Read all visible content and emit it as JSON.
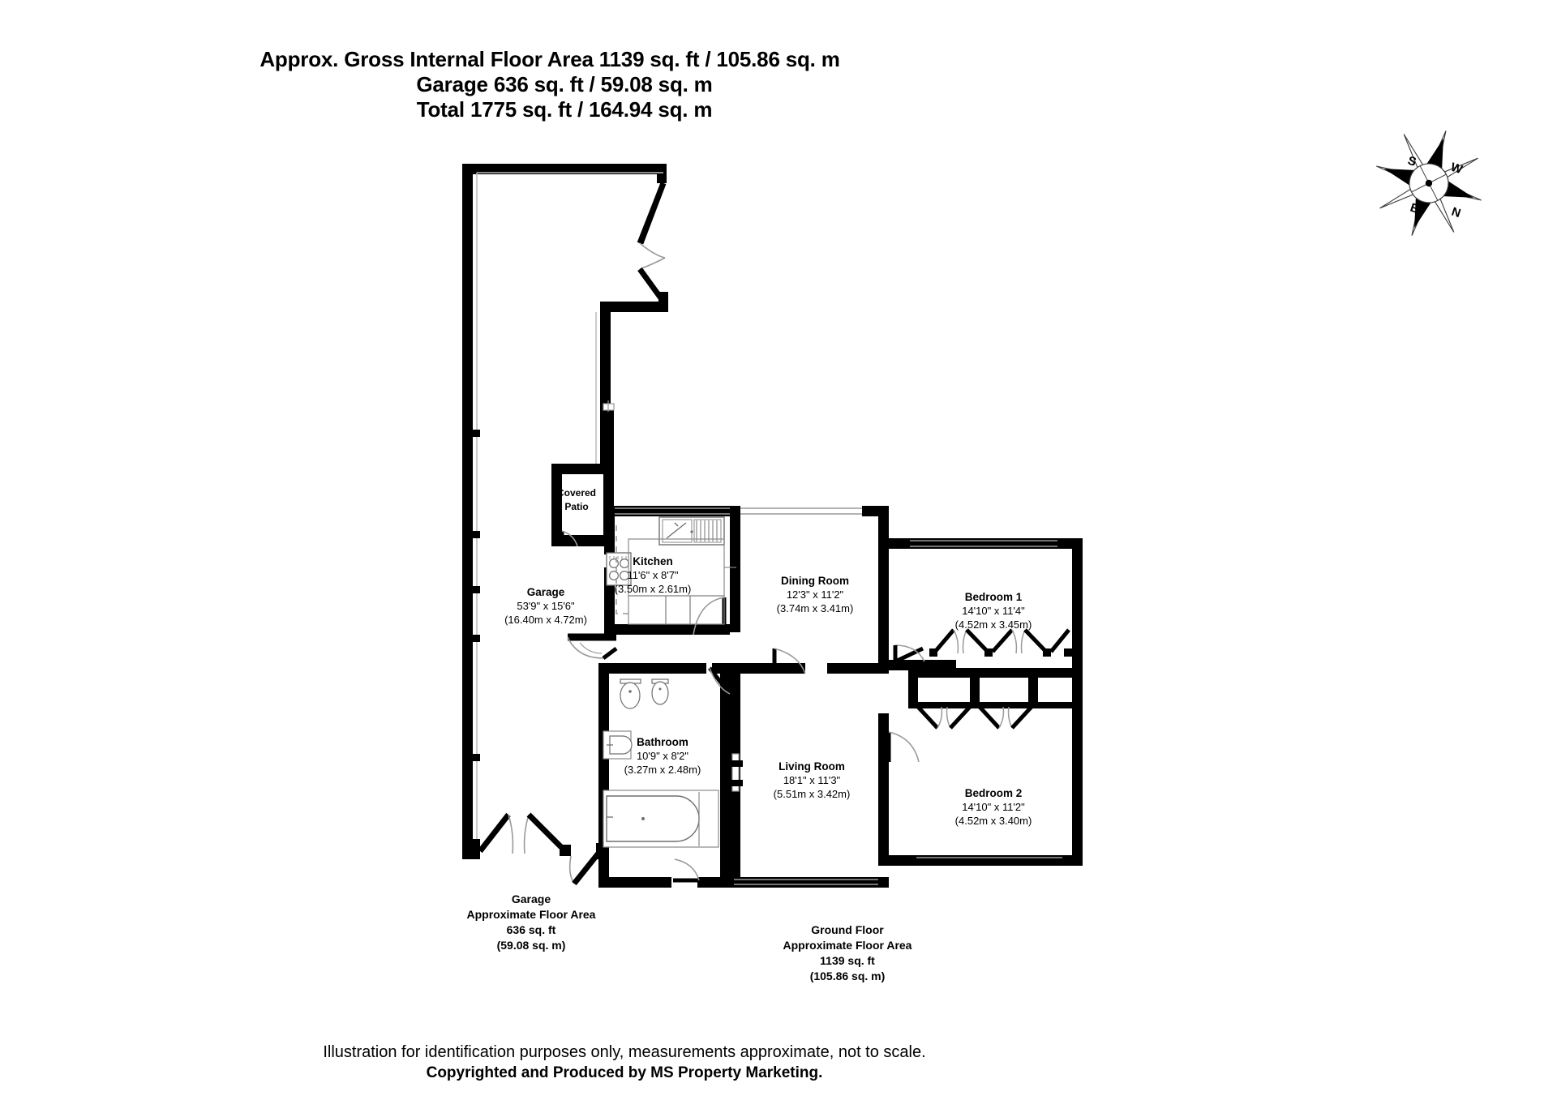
{
  "header": {
    "line1": "Approx. Gross Internal Floor Area 1139 sq. ft / 105.86 sq. m",
    "line2": "Garage 636 sq. ft / 59.08 sq. m",
    "line3": "Total 1775 sq. ft / 164.94 sq. m"
  },
  "compass": {
    "icon": "compass-rose-icon",
    "north": "N",
    "east": "E",
    "south": "S",
    "west": "W"
  },
  "rooms": [
    {
      "id": "covered-patio",
      "name": "Covered",
      "name2": "Patio",
      "dim_ft": "",
      "dim_m": ""
    },
    {
      "id": "garage",
      "name": "Garage",
      "dim_ft": "53'9\" x 15'6\"",
      "dim_m": "(16.40m x 4.72m)"
    },
    {
      "id": "kitchen",
      "name": "Kitchen",
      "dim_ft": "11'6\" x 8'7\"",
      "dim_m": "(3.50m x 2.61m)"
    },
    {
      "id": "dining-room",
      "name": "Dining Room",
      "dim_ft": "12'3\" x 11'2\"",
      "dim_m": "(3.74m x 3.41m)"
    },
    {
      "id": "bedroom-1",
      "name": "Bedroom 1",
      "dim_ft": "14'10\" x 11'4\"",
      "dim_m": "(4.52m x 3.45m)"
    },
    {
      "id": "bedroom-2",
      "name": "Bedroom 2",
      "dim_ft": "14'10\" x 11'2\"",
      "dim_m": "(4.52m x 3.40m)"
    },
    {
      "id": "bathroom",
      "name": "Bathroom",
      "dim_ft": "10'9\" x 8'2\"",
      "dim_m": "(3.27m x 2.48m)"
    },
    {
      "id": "living-room",
      "name": "Living Room",
      "dim_ft": "18'1\" x 11'3\"",
      "dim_m": "(5.51m x 3.42m)"
    }
  ],
  "area_blocks": [
    {
      "id": "garage-area",
      "line1": "Garage",
      "line2": "Approximate Floor Area",
      "line3": "636 sq. ft",
      "line4": "(59.08 sq. m)"
    },
    {
      "id": "ground-floor-area",
      "line1": "Ground Floor",
      "line2": "Approximate Floor Area",
      "line3": "1139 sq. ft",
      "line4": "(105.86 sq. m)"
    }
  ],
  "footer": {
    "disclaimer": "Illustration for identification purposes only, measurements approximate, not to scale.",
    "copyright": "Copyrighted  and Produced by MS Property Marketing."
  },
  "colors": {
    "wall": "#000000",
    "fixture_stroke": "#9a9a9a",
    "background": "#ffffff",
    "text": "#000000"
  }
}
